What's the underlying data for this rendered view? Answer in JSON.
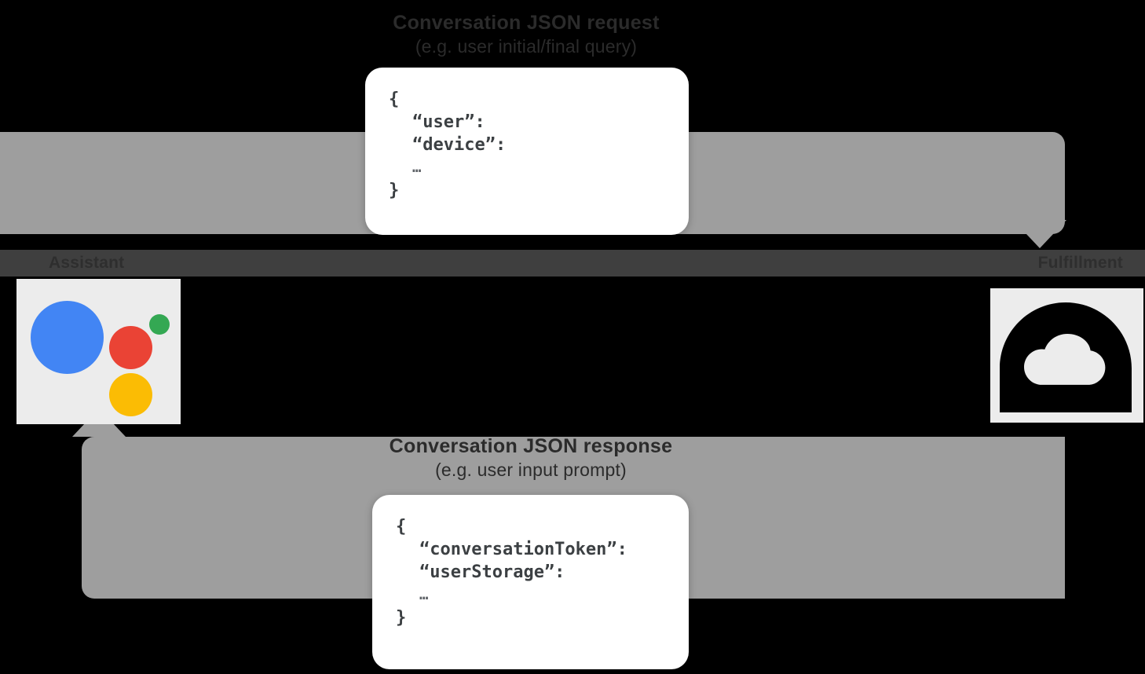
{
  "diagram": {
    "title": "Google Assistant conversation request/response flow",
    "colors": {
      "background": "#000000",
      "flow_band": "#9e9e9e",
      "center_strip": "#3f3f3f",
      "node_tile": "#ececec",
      "card": "#ffffff",
      "assistant_blue": "#4285f4",
      "assistant_red": "#ea4335",
      "assistant_green": "#34a853",
      "assistant_yellow": "#fbbc04"
    }
  },
  "nodes": {
    "assistant": {
      "label": "Assistant",
      "icon": "google-assistant-icon"
    },
    "fulfillment": {
      "label": "Fulfillment",
      "icon": "cloud-circle-icon"
    }
  },
  "request_flow": {
    "title": "Conversation JSON request",
    "subtitle": "(e.g. user initial/final query)",
    "direction": "assistant-to-fulfillment"
  },
  "response_flow": {
    "title": "Conversation JSON response",
    "subtitle": "(e.g. user input prompt)",
    "direction": "fulfillment-to-assistant"
  },
  "request_card": {
    "open_brace": "{",
    "lines": [
      "“user”:",
      "“device”:"
    ],
    "ellipsis": "…",
    "close_brace": "}"
  },
  "response_card": {
    "open_brace": "{",
    "lines": [
      "“conversationToken”:",
      "“userStorage”:"
    ],
    "ellipsis": "…",
    "close_brace": "}"
  }
}
